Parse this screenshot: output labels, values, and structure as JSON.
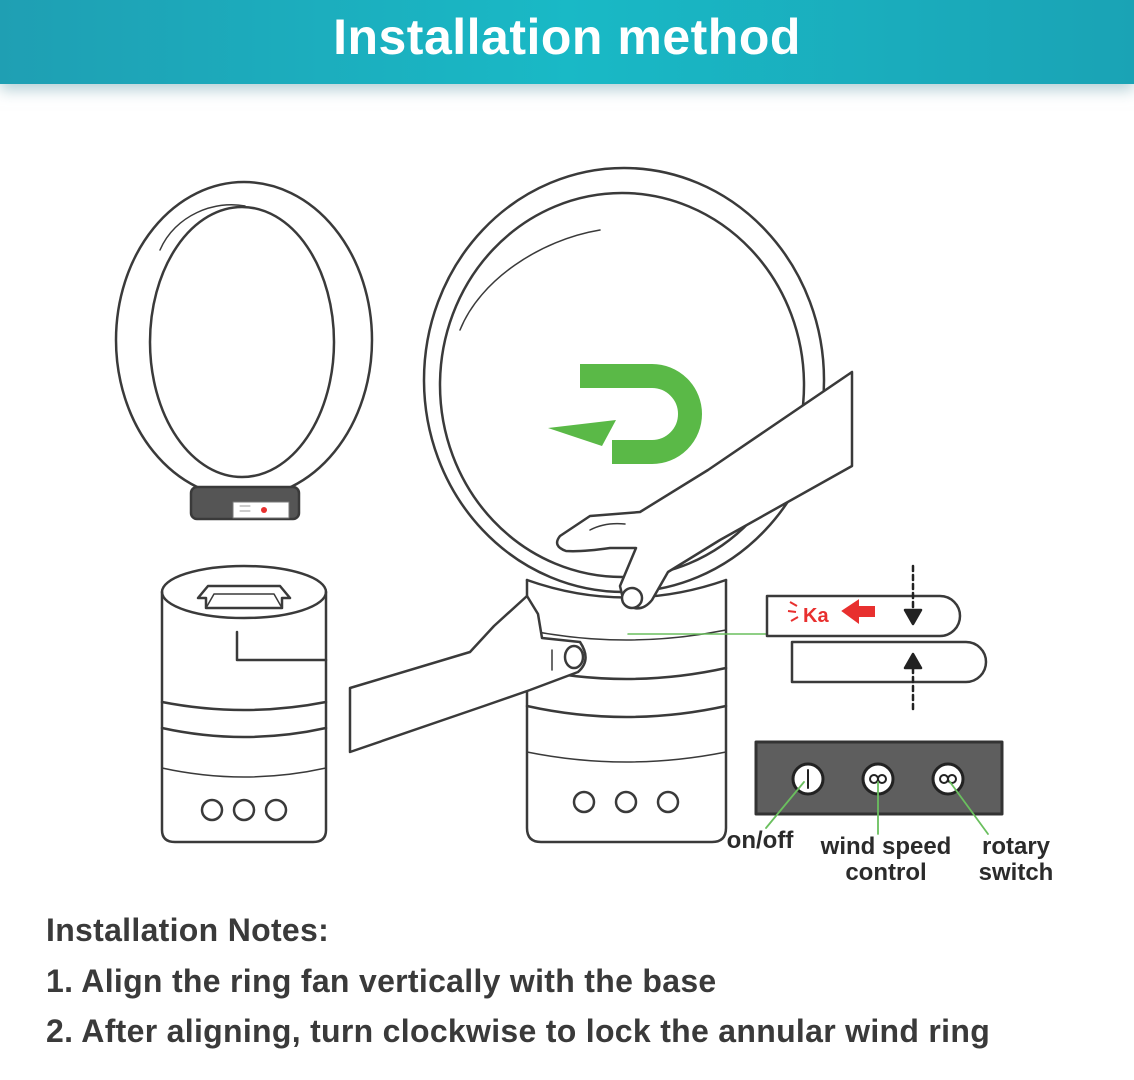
{
  "header": {
    "title": "Installation method"
  },
  "diagram": {
    "sound_label": "Ka",
    "controls": {
      "on_off": "on/off",
      "wind_speed_line1": "wind speed",
      "wind_speed_line2": "control",
      "rotary_line1": "rotary",
      "rotary_line2": "switch"
    },
    "colors": {
      "arrow_green": "#5ab947",
      "sound_red": "#e8302f",
      "panel_gray": "#5e5e5e"
    }
  },
  "notes": {
    "title": "Installation Notes:",
    "items": [
      "1. Align the ring fan vertically with the base",
      "2. After aligning, turn clockwise to lock the annular wind ring"
    ]
  }
}
